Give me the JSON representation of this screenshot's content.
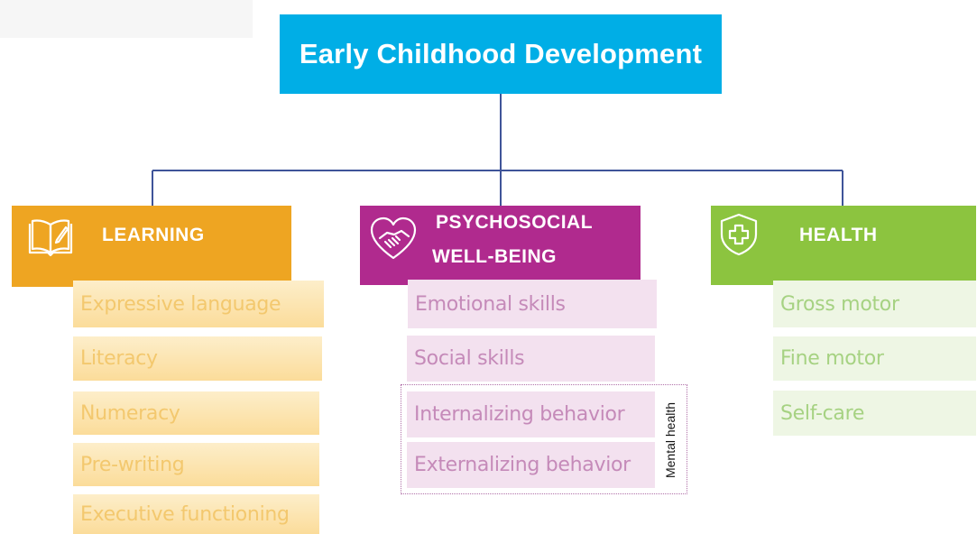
{
  "title": "Early Childhood Development",
  "colors": {
    "root": "#00aee6",
    "learning": "#eea522",
    "psychosocial": "#b02a8e",
    "health": "#8cc43f",
    "connector": "#3f5499"
  },
  "learning": {
    "icon": "open-book-icon",
    "title": "LEARNING",
    "items": [
      "Expressive language",
      "Literacy",
      "Numeracy",
      "Pre-writing",
      "Executive functioning"
    ]
  },
  "psychosocial": {
    "icon": "handshake-heart-icon",
    "title_line1": "PSYCHOSOCIAL",
    "title_line2": "WELL-BEING",
    "items": [
      "Emotional skills",
      "Social skills",
      "Internalizing behavior",
      "Externalizing behavior"
    ],
    "mental_health_label": "Mental health"
  },
  "health": {
    "icon": "medical-shield-icon",
    "title": "HEALTH",
    "items": [
      "Gross motor",
      "Fine motor",
      "Self-care"
    ]
  }
}
